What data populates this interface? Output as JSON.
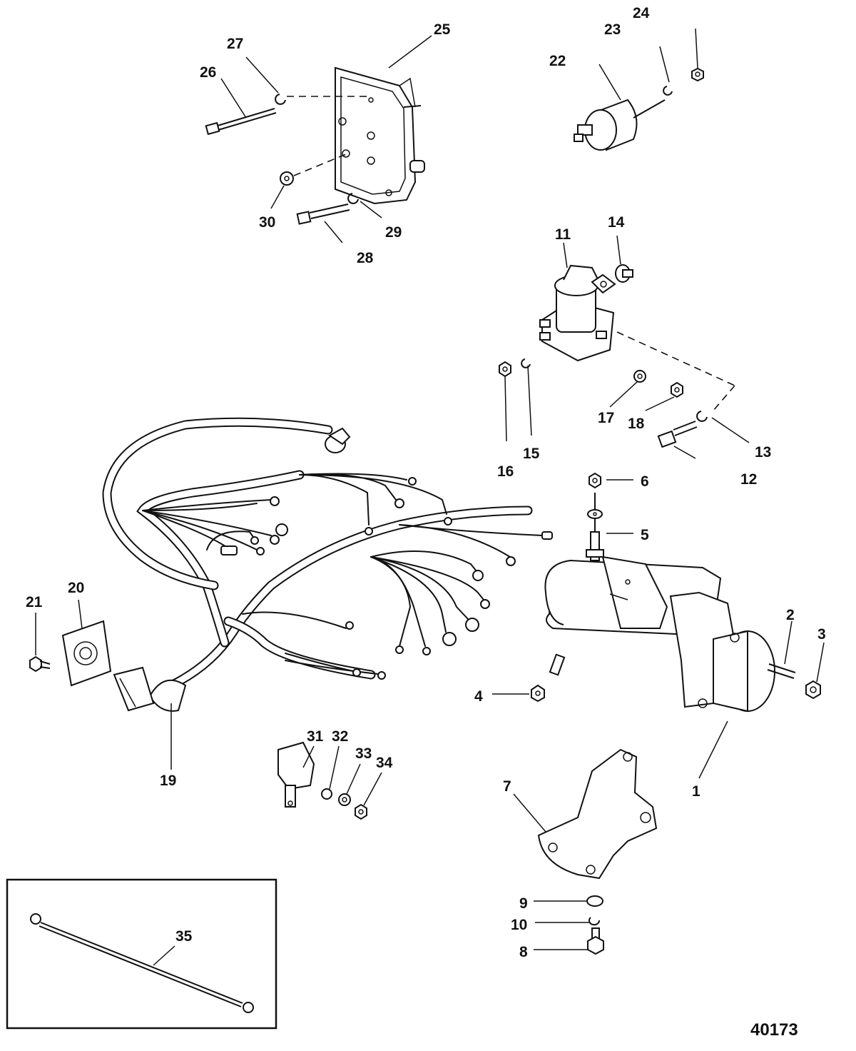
{
  "figure_id": "40173",
  "callouts": [
    "1",
    "2",
    "3",
    "4",
    "5",
    "6",
    "7",
    "8",
    "9",
    "10",
    "11",
    "12",
    "13",
    "14",
    "15",
    "16",
    "17",
    "18",
    "19",
    "20",
    "21",
    "22",
    "23",
    "24",
    "25",
    "26",
    "27",
    "28",
    "29",
    "30",
    "31",
    "32",
    "33",
    "34",
    "35"
  ]
}
